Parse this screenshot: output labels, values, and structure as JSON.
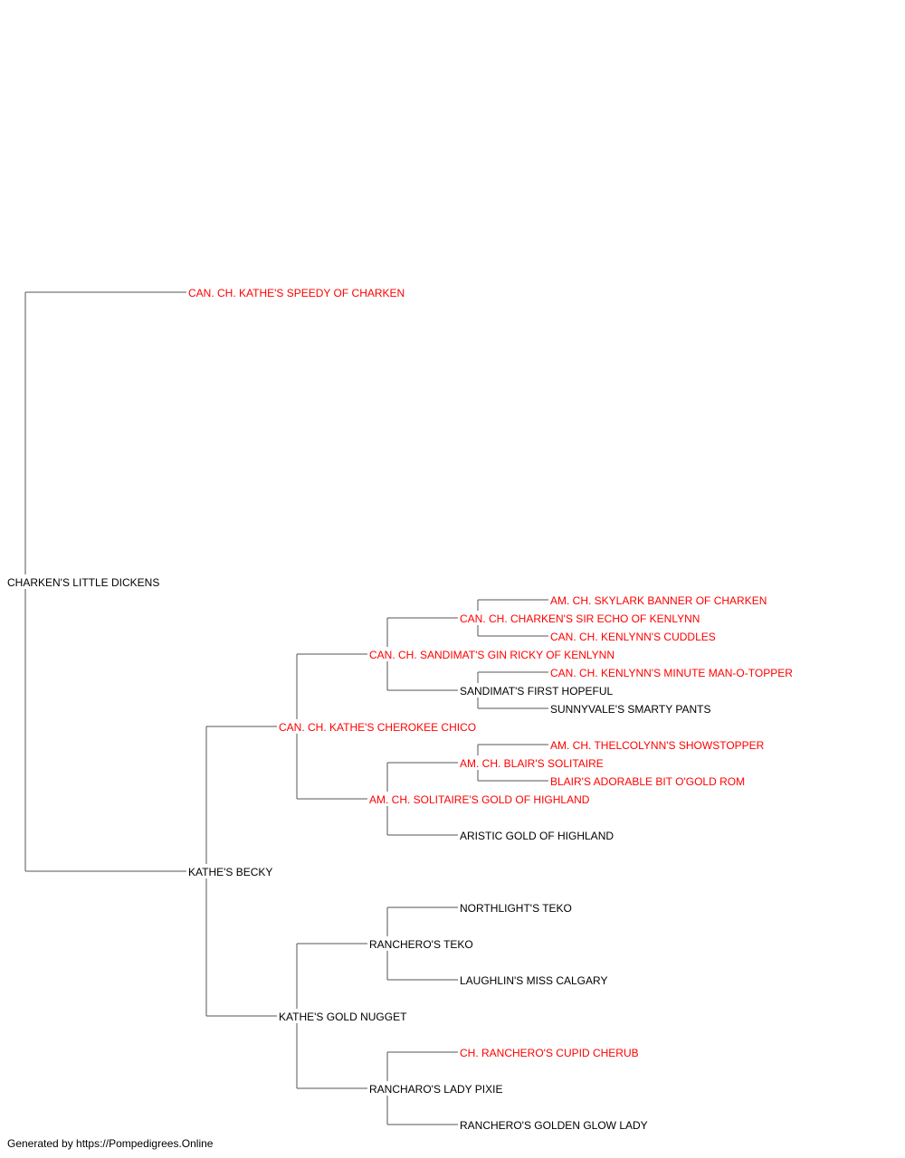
{
  "colors": {
    "champion": "#ff0000",
    "regular": "#000000",
    "connector": "#555555"
  },
  "pedigree": {
    "subject": {
      "id": "subject",
      "name": "CHARKEN'S LITTLE DICKENS",
      "champion": false
    },
    "ancestors": [
      {
        "id": "sire",
        "parent": "subject",
        "name": "CAN. CH. KATHE'S SPEEDY OF CHARKEN",
        "champion": true
      },
      {
        "id": "dam",
        "parent": "subject",
        "name": "KATHE'S BECKY",
        "champion": false
      },
      {
        "id": "dam_sire",
        "parent": "dam",
        "name": "CAN. CH. KATHE'S CHEROKEE CHICO",
        "champion": true
      },
      {
        "id": "dam_dam",
        "parent": "dam",
        "name": "KATHE'S GOLD NUGGET",
        "champion": false
      },
      {
        "id": "ds_sire",
        "parent": "dam_sire",
        "name": "CAN. CH. SANDIMAT'S GIN RICKY OF KENLYNN",
        "champion": true
      },
      {
        "id": "ds_dam",
        "parent": "dam_sire",
        "name": "AM. CH. SOLITAIRE'S GOLD OF HIGHLAND",
        "champion": true
      },
      {
        "id": "dd_sire",
        "parent": "dam_dam",
        "name": "RANCHERO'S TEKO",
        "champion": false
      },
      {
        "id": "dd_dam",
        "parent": "dam_dam",
        "name": "RANCHARO'S LADY PIXIE",
        "champion": false
      },
      {
        "id": "dss_sire",
        "parent": "ds_sire",
        "name": "CAN. CH. CHARKEN'S SIR ECHO OF KENLYNN",
        "champion": true
      },
      {
        "id": "dss_dam",
        "parent": "ds_sire",
        "name": "SANDIMAT'S FIRST HOPEFUL",
        "champion": false
      },
      {
        "id": "dsd_sire",
        "parent": "ds_dam",
        "name": "AM. CH. BLAIR'S SOLITAIRE",
        "champion": true
      },
      {
        "id": "dsd_dam",
        "parent": "ds_dam",
        "name": "ARISTIC GOLD OF HIGHLAND",
        "champion": false
      },
      {
        "id": "dds_sire",
        "parent": "dd_sire",
        "name": "NORTHLIGHT'S TEKO",
        "champion": false
      },
      {
        "id": "dds_dam",
        "parent": "dd_sire",
        "name": "LAUGHLIN'S MISS CALGARY",
        "champion": false
      },
      {
        "id": "ddd_sire",
        "parent": "dd_dam",
        "name": "CH. RANCHERO'S CUPID CHERUB",
        "champion": true
      },
      {
        "id": "ddd_dam",
        "parent": "dd_dam",
        "name": "RANCHERO'S GOLDEN GLOW LADY",
        "champion": false
      },
      {
        "id": "dsss_sire",
        "parent": "dss_sire",
        "name": "AM. CH. SKYLARK BANNER OF CHARKEN",
        "champion": true
      },
      {
        "id": "dsss_dam",
        "parent": "dss_sire",
        "name": "CAN. CH. KENLYNN'S CUDDLES",
        "champion": true
      },
      {
        "id": "dssd_sire",
        "parent": "dss_dam",
        "name": "CAN. CH. KENLYNN'S MINUTE MAN-O-TOPPER",
        "champion": true
      },
      {
        "id": "dssd_dam",
        "parent": "dss_dam",
        "name": "SUNNYVALE'S SMARTY PANTS",
        "champion": false
      },
      {
        "id": "dsds_sire",
        "parent": "dsd_sire",
        "name": "AM. CH. THELCOLYNN'S SHOWSTOPPER",
        "champion": true
      },
      {
        "id": "dsds_dam",
        "parent": "dsd_sire",
        "name": "BLAIR'S ADORABLE BIT O'GOLD ROM",
        "champion": true
      }
    ]
  },
  "footer": {
    "text": "Generated by https://Pompedigrees.Online"
  }
}
